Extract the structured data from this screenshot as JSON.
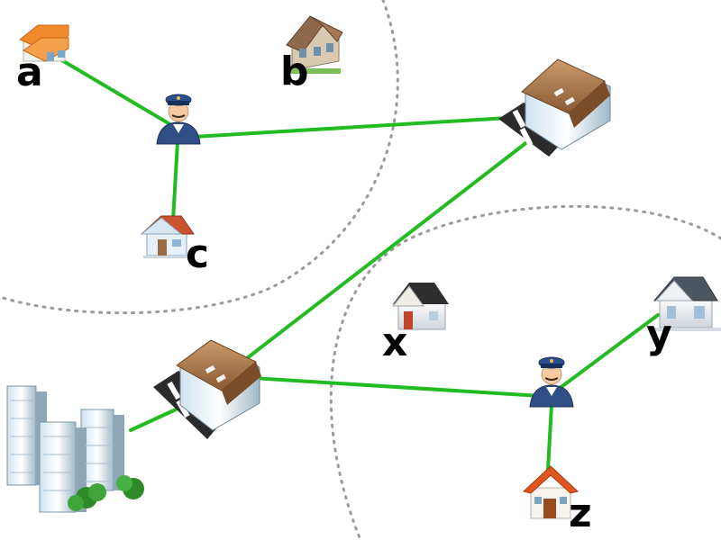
{
  "diagram": {
    "labels": {
      "a": "a",
      "b": "b",
      "c": "c",
      "x": "x",
      "y": "y",
      "z": "z"
    },
    "colors": {
      "link": "#22bb22",
      "region_border": "#9a9a9a",
      "label": "#000000"
    },
    "icons": {
      "house_a": "orange-roof-house-icon",
      "house_b": "brown-house-icon",
      "house_c": "blue-house-icon",
      "house_x": "dark-roof-house-icon",
      "house_y": "grey-house-icon",
      "house_z": "red-roof-house-icon",
      "postman_top": "postman-icon",
      "postman_bottom": "postman-icon",
      "depot_top": "post-office-depot-icon",
      "depot_bottom": "post-office-depot-icon",
      "offices": "office-buildings-icon"
    }
  }
}
